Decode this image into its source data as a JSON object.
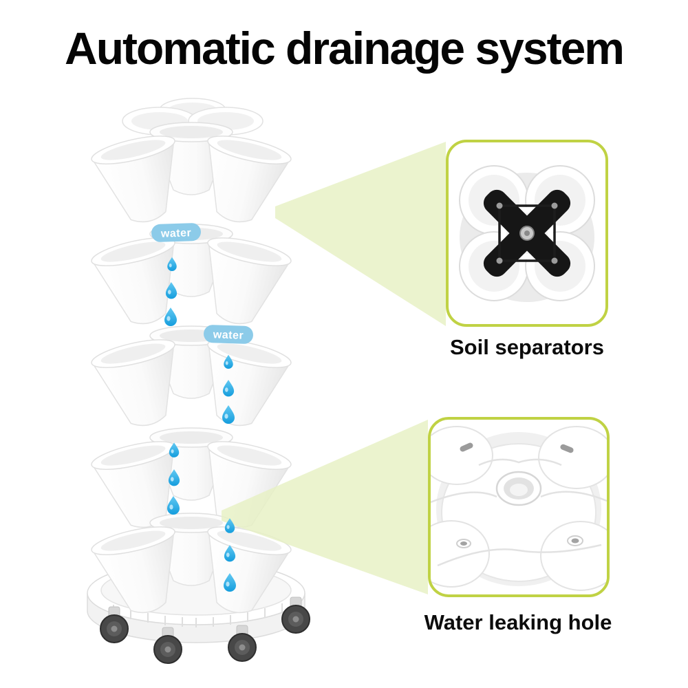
{
  "title": "Automatic drainage system",
  "tower": {
    "water_label": "water",
    "tiers": 5
  },
  "callouts": {
    "soil": {
      "label": "Soil separators"
    },
    "leak": {
      "label": "Water leaking hole"
    }
  },
  "icons": {
    "water_drop": "teardrop-shape",
    "soil_separator": "black-x-cross"
  },
  "colors": {
    "accent_green": "#c0d244",
    "beam_green": "#e6f0c3",
    "water_blue": "#2fb1e8",
    "ribbon_blue": "#8ccbe9",
    "separator_black": "#161616",
    "title_black": "#050505"
  }
}
